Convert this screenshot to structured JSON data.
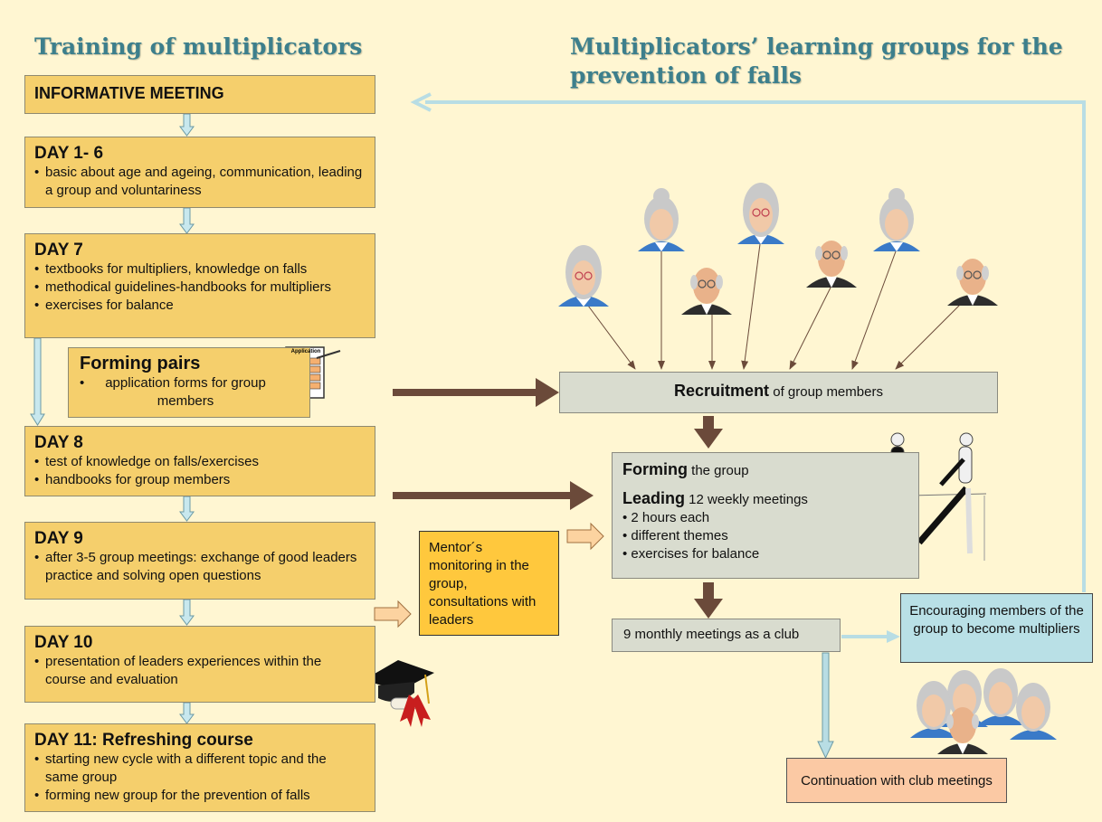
{
  "titles": {
    "left": "Training of multiplicators",
    "right": "Multiplicators’ learning groups for the prevention of falls"
  },
  "left_column": {
    "informative": "INFORMATIVE  MEETING",
    "day1_6": {
      "heading": "DAY 1- 6",
      "items": [
        "basic about age and ageing, communication, leading a group and voluntariness"
      ]
    },
    "day7": {
      "heading": "DAY 7",
      "items": [
        "textbooks for multipliers, knowledge on falls",
        "methodical guidelines-handbooks for multipliers",
        "exercises for balance"
      ]
    },
    "pairs": {
      "heading": "Forming pairs",
      "items": [
        "application forms for group members"
      ],
      "form_label": "Application"
    },
    "day8": {
      "heading": "DAY 8",
      "items": [
        "test of knowledge on falls/exercises",
        "handbooks  for group members"
      ]
    },
    "day9": {
      "heading": "DAY 9",
      "items": [
        "after 3-5 group meetings: exchange of good leaders practice and solving open questions"
      ]
    },
    "day10": {
      "heading": "DAY 10",
      "items": [
        "presentation of leaders experiences within the course and evaluation"
      ]
    },
    "day11": {
      "heading": "DAY 11: Refreshing course",
      "items": [
        "starting new cycle with a different topic and the same group",
        "forming new group for the prevention of falls"
      ]
    }
  },
  "mentor": "Mentor´s monitoring in the group, consultations with leaders",
  "right_column": {
    "recruitment": {
      "bold": "Recruitment",
      "rest": " of group members"
    },
    "forming": {
      "bold": "Forming",
      "rest": " the group"
    },
    "leading": {
      "bold": "Leading",
      "rest": "  12 weekly meetings",
      "items": [
        "2 hours each",
        "different themes",
        "exercises for balance"
      ]
    },
    "monthly": "9 monthly meetings as a club",
    "encouraging": "Encouraging members of the group to become multipliers",
    "continuation": "Continuation with club meetings"
  },
  "colors": {
    "accent_teal": "#3d7f8c",
    "box_yellow": "#f5cf6c",
    "box_gray": "#d9dccf",
    "mentor_orange": "#ffc83d",
    "arrow_brown": "#6b4a3a",
    "arrow_lightblue": "#b8dde4"
  }
}
